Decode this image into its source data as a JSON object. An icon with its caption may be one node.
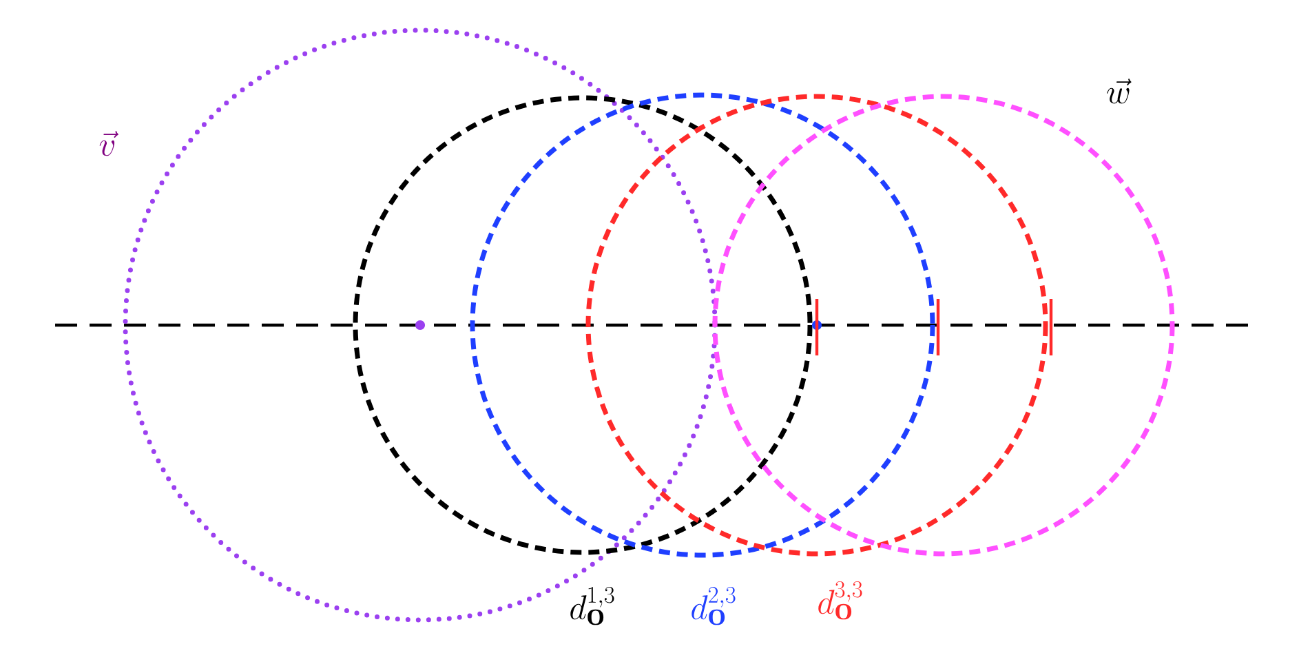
{
  "diagram": {
    "labels": [
      "\\vec{v}",
      "\\vec{w}",
      "d_{\\mathbf{O}}^{1,3}",
      "d_{\\mathbf{O}}^{2,3}",
      "d_{\\mathbf{O}}^{3,3}"
    ]
  }
}
